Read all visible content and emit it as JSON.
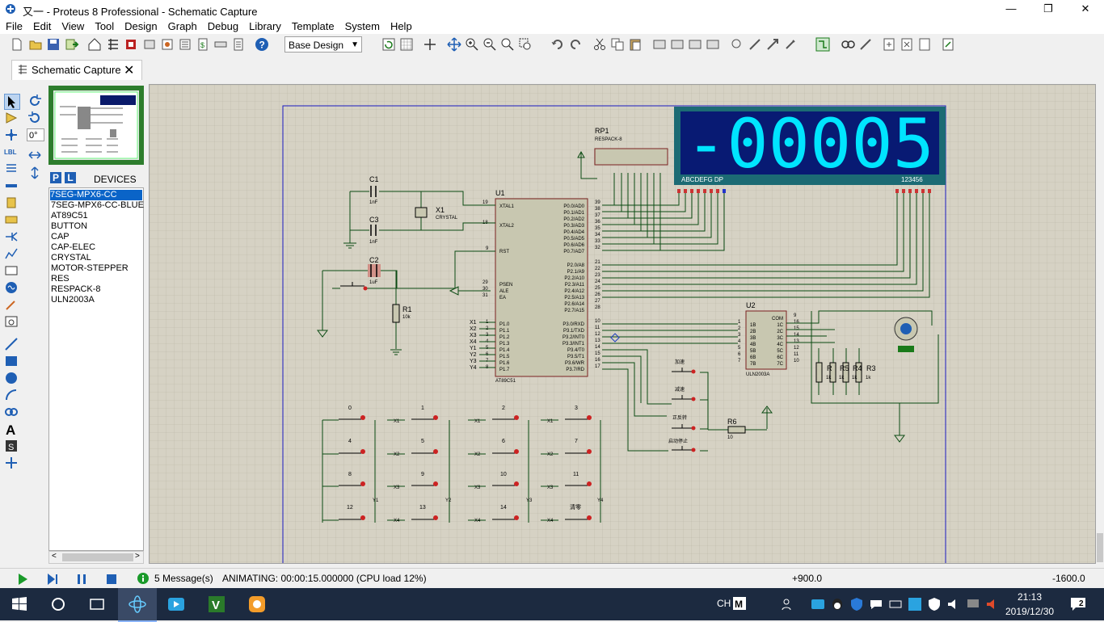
{
  "window": {
    "title": "又一 - Proteus 8 Professional - Schematic Capture",
    "minimize_icon": "minimize-icon",
    "maximize_icon": "restore-icon",
    "close_icon": "close-icon",
    "min_glyph": "—",
    "max_glyph": "❐",
    "close_glyph": "✕"
  },
  "menu": [
    "File",
    "Edit",
    "View",
    "Tool",
    "Design",
    "Graph",
    "Debug",
    "Library",
    "Template",
    "System",
    "Help"
  ],
  "toolbar": {
    "design_select": "Base Design"
  },
  "tab": {
    "label": "Schematic Capture",
    "close_glyph": "✕"
  },
  "left_panel": {
    "rotation": "0°",
    "p_btn": "P",
    "l_btn": "L",
    "devices_title": "DEVICES",
    "devices": [
      "7SEG-MPX6-CC",
      "7SEG-MPX6-CC-BLUE",
      "AT89C51",
      "BUTTON",
      "CAP",
      "CAP-ELEC",
      "CRYSTAL",
      "MOTOR-STEPPER",
      "RES",
      "RESPACK-8",
      "ULN2003A"
    ],
    "selected_index": 0
  },
  "schematic": {
    "display_value": "-00005",
    "display_seg_label": "ABCDEFG  DP",
    "display_digit_label": "123456",
    "rp1_ref": "RP1",
    "rp1_type": "RESPACK-8",
    "c1": "C1",
    "c1_val": "1nF",
    "c3": "C3",
    "c3_val": "1nF",
    "c2": "C2",
    "c2_val": "1uF",
    "x1": "X1",
    "x1_type": "CRYSTAL",
    "r1": "R1",
    "r1_val": "10k",
    "u1": "U1",
    "u1_type": "AT89C51",
    "u2": "U2",
    "u2_type": "ULN2003A",
    "r6": "R6",
    "r6_val": "10",
    "r_labels": [
      "R",
      "R5",
      "R4",
      "R3"
    ],
    "r_vals": [
      "1k",
      "1k",
      "1k",
      "1k"
    ],
    "u1_left_pins": [
      "XTAL1",
      "XTAL2",
      "RST",
      "PSEN",
      "ALE",
      "EA",
      "P1.0",
      "P1.1",
      "P1.2",
      "P1.3",
      "P1.4",
      "P1.5",
      "P1.6",
      "P1.7"
    ],
    "u1_left_nums": [
      "19",
      "18",
      "9",
      "29",
      "30",
      "31",
      "1",
      "2",
      "3",
      "4",
      "5",
      "6",
      "7",
      "8"
    ],
    "u1_right_pins": [
      "P0.0/AD0",
      "P0.1/AD1",
      "P0.2/AD2",
      "P0.3/AD3",
      "P0.4/AD4",
      "P0.5/AD5",
      "P0.6/AD6",
      "P0.7/AD7",
      "P2.0/A8",
      "P2.1/A9",
      "P2.2/A10",
      "P2.3/A11",
      "P2.4/A12",
      "P2.5/A13",
      "P2.6/A14",
      "P2.7/A15",
      "P3.0/RXD",
      "P3.1/TXD",
      "P3.2/INT0",
      "P3.3/INT1",
      "P3.4/T0",
      "P3.5/T1",
      "P3.6/WR",
      "P3.7/RD"
    ],
    "u1_right_nums": [
      "39",
      "38",
      "37",
      "36",
      "35",
      "34",
      "33",
      "32",
      "21",
      "22",
      "23",
      "24",
      "25",
      "26",
      "27",
      "28",
      "10",
      "11",
      "12",
      "13",
      "14",
      "15",
      "16",
      "17"
    ],
    "port_labels": [
      "X1",
      "X2",
      "X3",
      "X4",
      "Y1",
      "Y2",
      "Y3",
      "Y4"
    ],
    "u2_left": [
      "1B",
      "2B",
      "3B",
      "4B",
      "5B",
      "6B",
      "7B"
    ],
    "u2_left_nums": [
      "1",
      "2",
      "3",
      "4",
      "5",
      "6",
      "7"
    ],
    "u2_right": [
      "COM",
      "1C",
      "2C",
      "3C",
      "4C",
      "5C",
      "6C",
      "7C"
    ],
    "u2_right_nums": [
      "9",
      "16",
      "15",
      "14",
      "13",
      "12",
      "11",
      "10"
    ],
    "ctrl_buttons": [
      "加速",
      "减速",
      "正反转",
      "启动停止"
    ],
    "keypad_labels": [
      "0",
      "1",
      "2",
      "3",
      "4",
      "5",
      "6",
      "7",
      "8",
      "9",
      "10",
      "11",
      "12",
      "13",
      "14",
      "清零"
    ],
    "keypad_rows": [
      "X1",
      "X2",
      "X3",
      "X4"
    ],
    "keypad_cols": [
      "Y1",
      "Y2",
      "Y3",
      "Y4"
    ]
  },
  "status": {
    "messages": "5 Message(s)",
    "animating": "ANIMATING: 00:00:15.000000 (CPU load 12%)",
    "coord_x": "+900.0",
    "coord_y": "-1600.0"
  },
  "taskbar": {
    "ime": "CH",
    "time": "21:13",
    "date": "2019/12/30",
    "notif_count": "2"
  },
  "colors": {
    "accent": "#0a3d91",
    "schematic_bg": "#d6d2c4",
    "display_digit": "#00e5ff",
    "display_bg": "#081a73",
    "display_frame": "#1c6b74",
    "chip_fill": "#c8c7b0",
    "wire": "#0a4a12",
    "taskbar": "#1c2a40"
  }
}
